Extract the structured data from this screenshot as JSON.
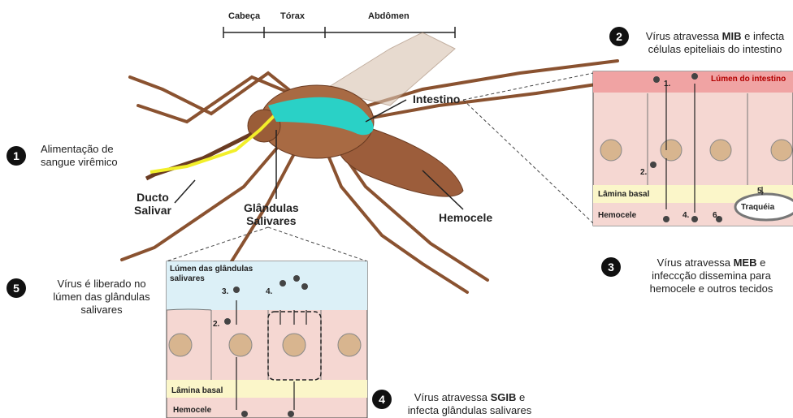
{
  "body_segments": {
    "head": "Cabeça",
    "thorax": "Tórax",
    "abdomen": "Abdômen"
  },
  "labels": {
    "intestine": "Intestino",
    "salivary_duct": "Ducto\nSalivar",
    "salivary_glands": "Glândulas\nSalivares",
    "hemocoel": "Hemocele"
  },
  "steps": [
    {
      "num": "1",
      "text": "Alimentação de\nsangue virêmico"
    },
    {
      "num": "2",
      "pre": "Vírus atravessa ",
      "key": "MIB",
      "post": " e infecta\ncélulas epiteliais do intestino"
    },
    {
      "num": "3",
      "pre": "Vírus atravessa ",
      "key": "MEB",
      "post": " e\ninfeccção dissemina para\nhemocele e outros tecidos"
    },
    {
      "num": "4",
      "pre": "Vírus atravessa ",
      "key": "SGIB",
      "post": " e\ninfecta glândulas salivares"
    },
    {
      "num": "5",
      "text": "Vírus é liberado no\nlúmen das glândulas\nsalivares"
    }
  ],
  "midgut_inset": {
    "lumen": "Lúmen do intestino",
    "basal": "Lâmina basal",
    "hemocoel": "Hemocele",
    "trachea": "Traquéia",
    "marks": [
      "1.",
      "2.",
      "4.",
      "5.",
      "6."
    ]
  },
  "gland_inset": {
    "lumen": "Lúmen das glândulas\nsalivares",
    "basal": "Lâmina basal",
    "hemocoel": "Hemocele",
    "marks": [
      "2.",
      "3.",
      "4."
    ]
  },
  "colors": {
    "midgut": "#2ad1c6",
    "duct": "#f2ef2a",
    "body": "#a86a43",
    "cell": "#f5d7d2",
    "nucleus": "#d8b58f",
    "basal": "#fbf6c9",
    "gland_lumen": "#dcf0f7",
    "midgut_lumen": "#f0a3a3"
  }
}
